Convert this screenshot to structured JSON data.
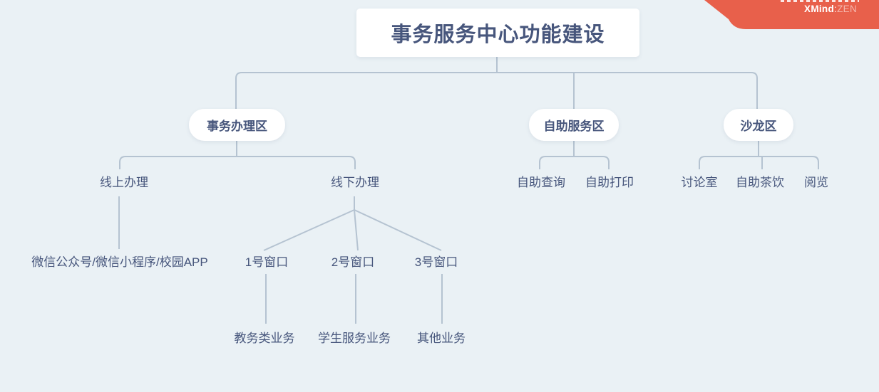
{
  "app": {
    "watermark": {
      "brand": "XMind",
      "separator": ":",
      "edition": "ZEN"
    }
  },
  "colors": {
    "background": "#EAF1F5",
    "topic_fill": "#FFFFFF",
    "topic_text": "#47567C",
    "connector": "#B5C3D1",
    "watermark_red": "#E8604B"
  },
  "mindmap": {
    "root": {
      "label": "事务服务中心功能建设"
    },
    "branches": [
      {
        "label": "事务办理区",
        "children": [
          {
            "label": "线上办理",
            "children": [
              {
                "label": "微信公众号/微信小程序/校园APP"
              }
            ]
          },
          {
            "label": "线下办理",
            "children": [
              {
                "label": "1号窗口",
                "children": [
                  {
                    "label": "教务类业务"
                  }
                ]
              },
              {
                "label": "2号窗口",
                "children": [
                  {
                    "label": "学生服务业务"
                  }
                ]
              },
              {
                "label": "3号窗口",
                "children": [
                  {
                    "label": "其他业务"
                  }
                ]
              }
            ]
          }
        ]
      },
      {
        "label": "自助服务区",
        "children": [
          {
            "label": "自助查询"
          },
          {
            "label": "自助打印"
          }
        ]
      },
      {
        "label": "沙龙区",
        "children": [
          {
            "label": "讨论室"
          },
          {
            "label": "自助茶饮"
          },
          {
            "label": "阅览"
          }
        ]
      }
    ]
  }
}
